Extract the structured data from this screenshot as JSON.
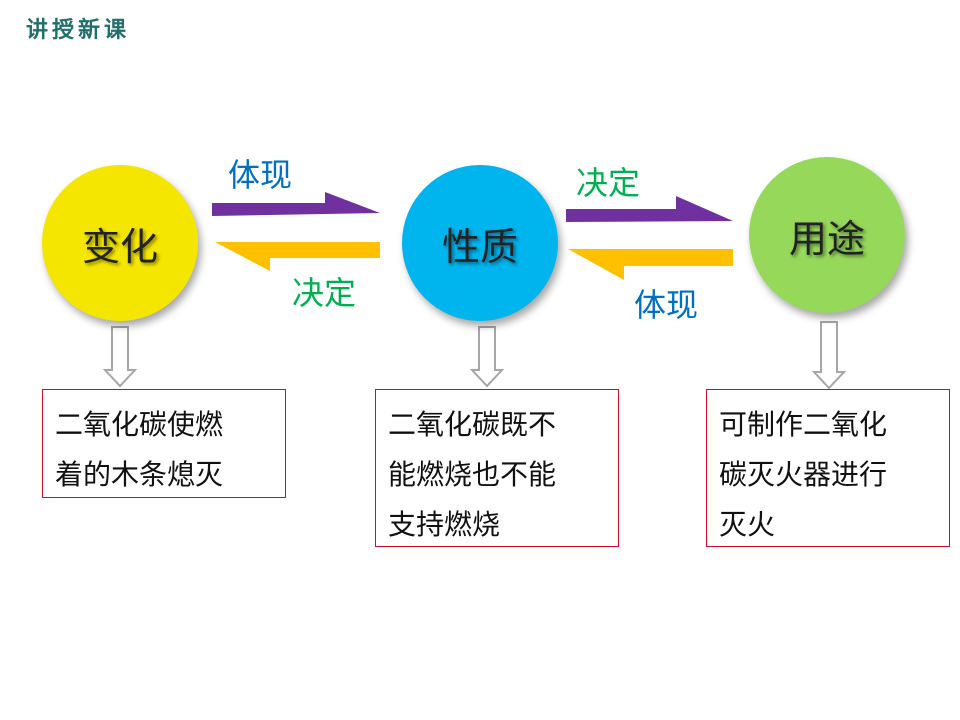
{
  "header": {
    "title": "讲授新课"
  },
  "nodes": [
    {
      "label": "变化",
      "color": "#f5e600"
    },
    {
      "label": "性质",
      "color": "#00b4ee"
    },
    {
      "label": "用途",
      "color": "#96d85a"
    }
  ],
  "arrows": {
    "left_forward_label": "体现",
    "left_backward_label": "决定",
    "right_forward_label": "决定",
    "right_backward_label": "体现",
    "forward_color": "#7030a0",
    "backward_color": "#ffc000"
  },
  "colors": {
    "blue_text": "#0070c0",
    "green_text": "#00b050",
    "box_border": "#c8102e",
    "header": "#1f6f6a"
  },
  "boxes": [
    {
      "lines": [
        "二氧化碳使燃",
        "着的木条熄灭"
      ]
    },
    {
      "lines": [
        "二氧化碳既不",
        "能燃烧也不能",
        "支持燃烧"
      ]
    },
    {
      "lines": [
        "可制作二氧化",
        "碳灭火器进行",
        "灭火"
      ]
    }
  ]
}
